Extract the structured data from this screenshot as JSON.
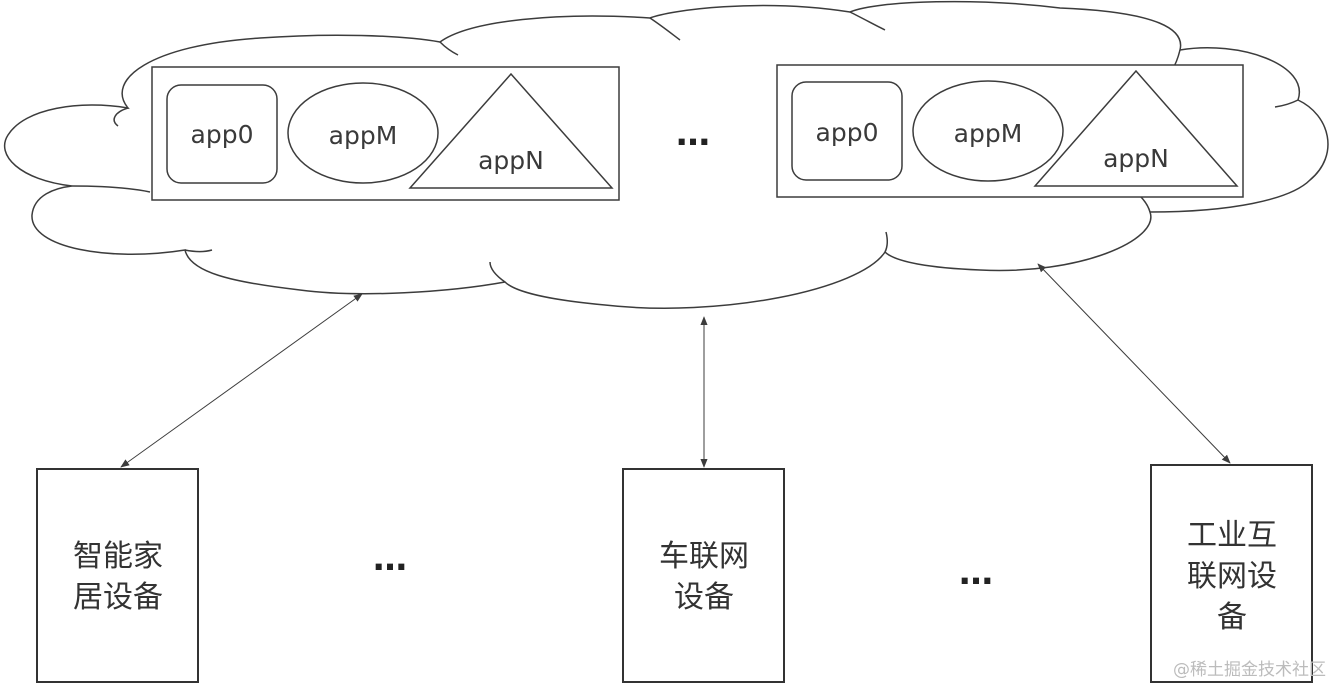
{
  "cloud": {
    "groups": [
      {
        "apps": [
          "app0",
          "appM",
          "appN"
        ]
      },
      {
        "apps": [
          "app0",
          "appM",
          "appN"
        ]
      }
    ],
    "ellipsis": "…"
  },
  "devices": [
    {
      "lines": [
        "智能家",
        "居设备"
      ]
    },
    {
      "lines": [
        "车联网",
        "设备"
      ]
    },
    {
      "lines": [
        "工业互",
        "联网设",
        "备"
      ]
    }
  ],
  "device_ellipses": [
    "…",
    "…"
  ],
  "watermark": "@稀土掘金技术社区",
  "colors": {
    "stroke": "#3c3c3c",
    "text": "#3a3a3a",
    "watermark": "#bcbcbc"
  }
}
